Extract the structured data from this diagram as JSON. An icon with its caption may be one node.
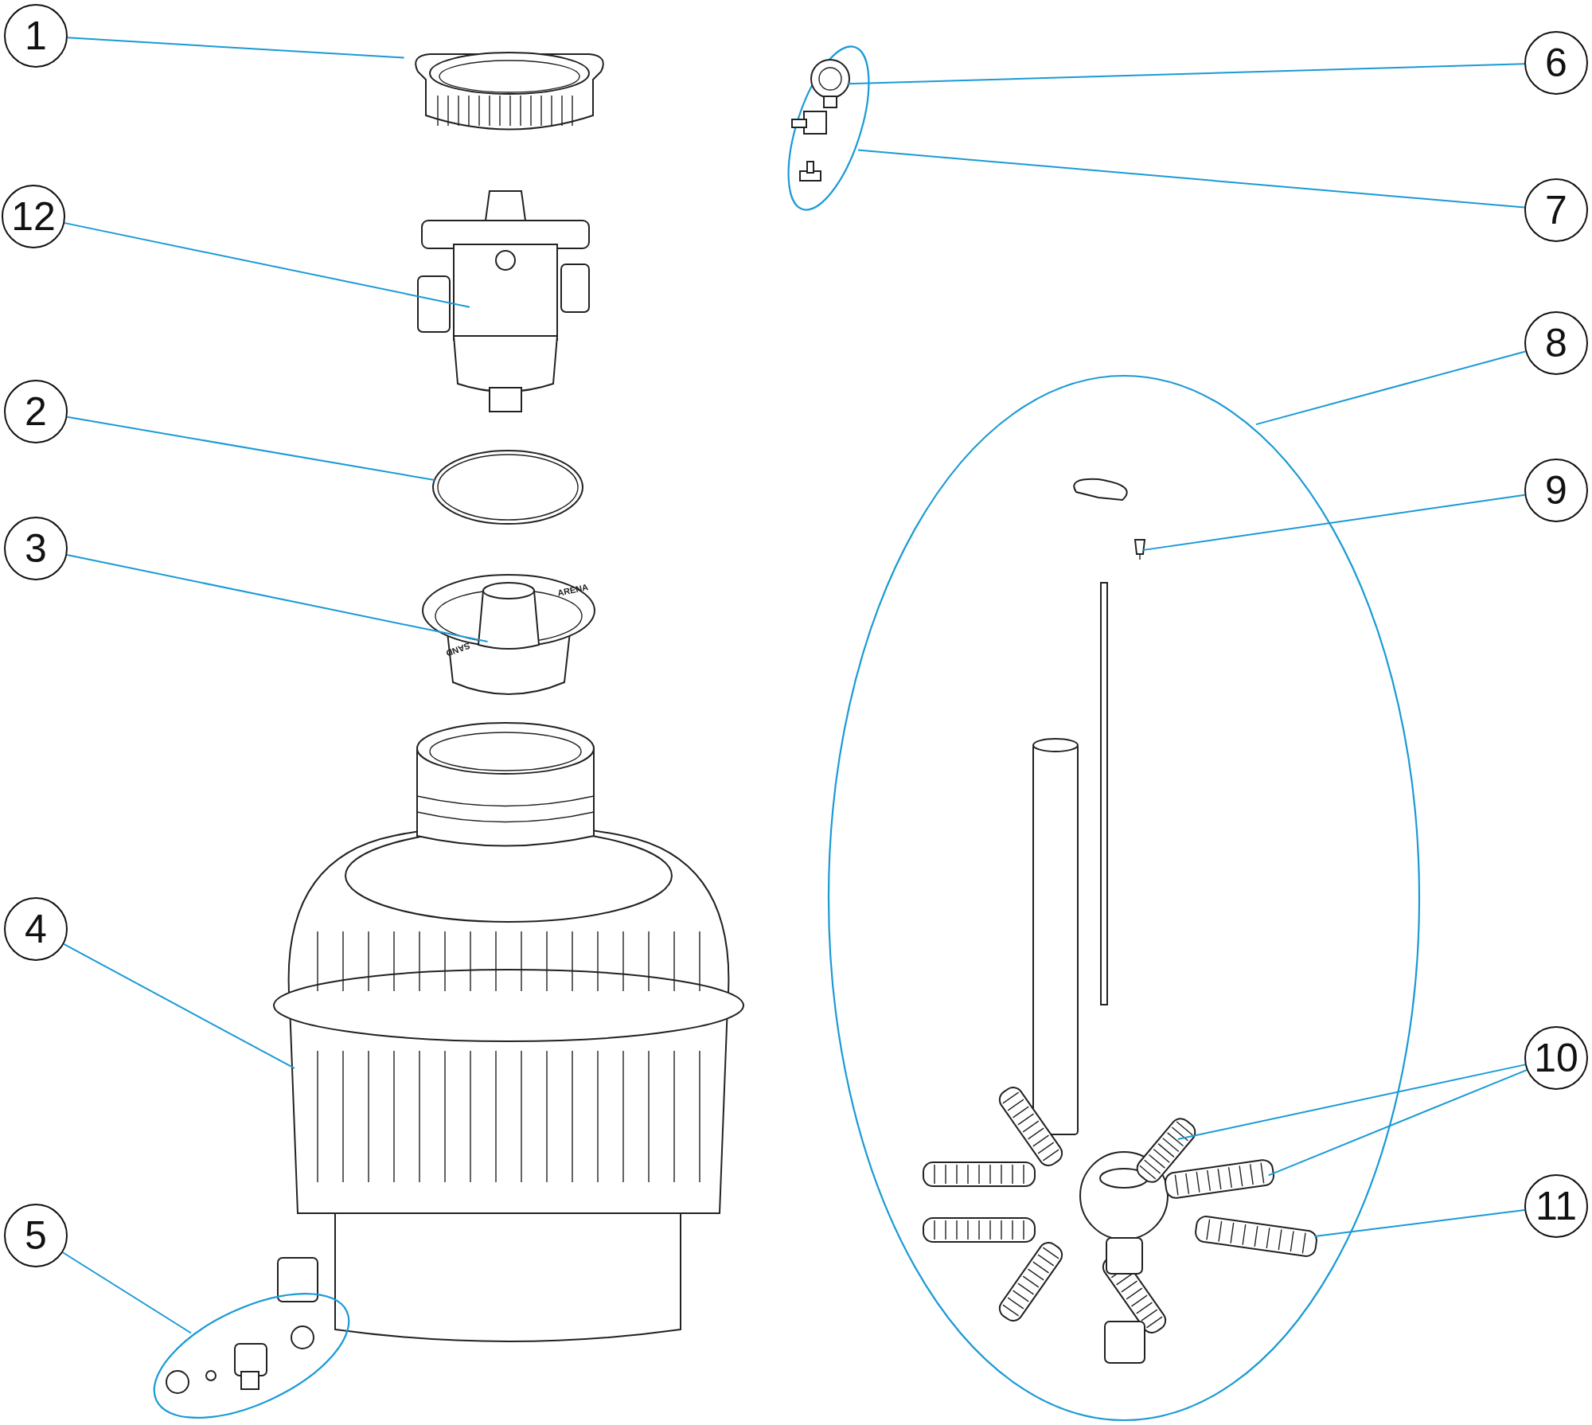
{
  "diagram": {
    "nodes": [
      {
        "text": [
          "1"
        ]
      },
      {
        "text": [],
        "shape": "picture"
      },
      {
        "text": [
          "12"
        ]
      },
      {
        "text": [],
        "shape": "picture"
      },
      {
        "text": [
          "2"
        ]
      },
      {
        "text": [],
        "shape": "picture"
      },
      {
        "text": [
          "3"
        ]
      },
      {
        "text": [],
        "shape": "picture"
      },
      {
        "text": [
          "4"
        ]
      },
      {
        "text": [],
        "shape": "picture"
      },
      {
        "text": [
          "5"
        ]
      },
      {
        "text": [],
        "shape": "ellipse"
      },
      {
        "text": [
          "6"
        ]
      },
      {
        "text": [],
        "shape": "ellipse"
      },
      {
        "text": [],
        "shape": "picture",
        "in": 13
      },
      {
        "text": [
          "7"
        ]
      },
      {
        "text": [
          "8"
        ]
      },
      {
        "text": [],
        "shape": "ellipse"
      },
      {
        "text": [
          "9"
        ]
      },
      {
        "text": [],
        "shape": "picture",
        "in": 17
      },
      {
        "text": [
          "10"
        ]
      },
      {
        "text": [],
        "shape": "picture",
        "in": 17
      },
      {
        "text": [],
        "shape": "picture",
        "in": 17
      },
      {
        "text": [
          "11"
        ]
      },
      {
        "text": [],
        "shape": "picture",
        "in": 17
      }
    ],
    "edges": [
      {
        "from": 0,
        "to": 1,
        "arrow": "none"
      },
      {
        "from": 2,
        "to": 3,
        "arrow": "none"
      },
      {
        "from": 4,
        "to": 5,
        "arrow": "none"
      },
      {
        "from": 6,
        "to": 7,
        "arrow": "none"
      },
      {
        "from": 8,
        "to": 9,
        "arrow": "none"
      },
      {
        "from": 10,
        "to": 11,
        "arrow": "none"
      },
      {
        "from": 12,
        "to": 14,
        "arrow": "none"
      },
      {
        "from": 15,
        "to": 13,
        "arrow": "none"
      },
      {
        "from": 16,
        "to": 17,
        "arrow": "none"
      },
      {
        "from": 18,
        "to": 19,
        "arrow": "none"
      },
      {
        "from": 20,
        "to": 21,
        "arrow": "none"
      },
      {
        "from": 20,
        "to": 22,
        "arrow": "none"
      },
      {
        "from": 23,
        "to": 24,
        "arrow": "none"
      }
    ],
    "labels": [
      "ARENA",
      "SAND"
    ]
  }
}
